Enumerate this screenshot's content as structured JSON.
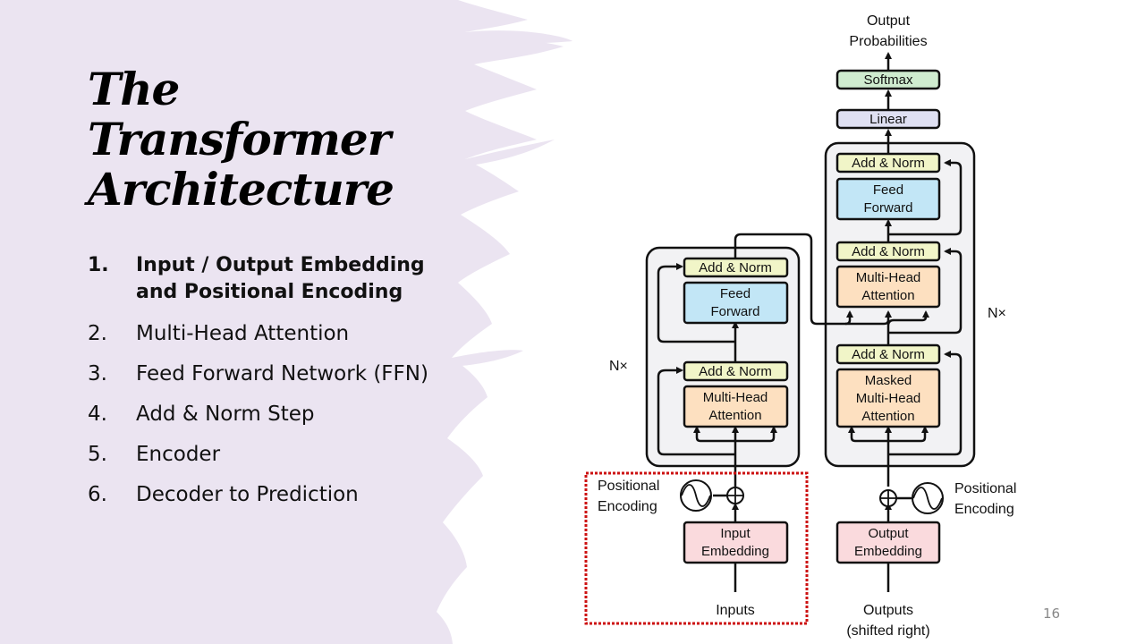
{
  "slide": {
    "title_lines": [
      "The",
      "Transformer",
      "Architecture"
    ],
    "page_number": "16",
    "background_color": "#ebe4f1",
    "highlight_color": "#cc1111"
  },
  "agenda": [
    {
      "num": "1.",
      "text": "Input / Output Embedding and Positional Encoding",
      "active": true
    },
    {
      "num": "2.",
      "text": "Multi-Head Attention",
      "active": false
    },
    {
      "num": "3.",
      "text": "Feed Forward Network (FFN)",
      "active": false
    },
    {
      "num": "4.",
      "text": "Add & Norm Step",
      "active": false
    },
    {
      "num": "5.",
      "text": "Encoder",
      "active": false
    },
    {
      "num": "6.",
      "text": "Decoder to Prediction",
      "active": false
    }
  ],
  "diagram": {
    "colors": {
      "add_norm": "#f1f5c8",
      "feed_forward": "#c2e6f6",
      "attention": "#fde0c0",
      "embedding": "#fadadd",
      "linear": "#dfe0f2",
      "softmax": "#cfeccf",
      "block_bg": "#f2f2f4"
    },
    "output_probabilities": [
      "Output",
      "Probabilities"
    ],
    "softmax": "Softmax",
    "linear": "Linear",
    "encoder": {
      "repeat_label": "N×",
      "add_norm_top": "Add & Norm",
      "feed_forward": [
        "Feed",
        "Forward"
      ],
      "add_norm_bottom": "Add & Norm",
      "attention": [
        "Multi-Head",
        "Attention"
      ]
    },
    "decoder": {
      "repeat_label": "N×",
      "add_norm_top": "Add & Norm",
      "feed_forward": [
        "Feed",
        "Forward"
      ],
      "add_norm_mid": "Add & Norm",
      "cross_attention": [
        "Multi-Head",
        "Attention"
      ],
      "add_norm_bottom": "Add & Norm",
      "masked_attention": [
        "Masked",
        "Multi-Head",
        "Attention"
      ]
    },
    "input_side": {
      "positional_encoding": [
        "Positional",
        "Encoding"
      ],
      "embedding": [
        "Input",
        "Embedding"
      ],
      "label": "Inputs"
    },
    "output_side": {
      "positional_encoding": [
        "Positional",
        "Encoding"
      ],
      "embedding": [
        "Output",
        "Embedding"
      ],
      "label": [
        "Outputs",
        "(shifted right)"
      ]
    }
  }
}
